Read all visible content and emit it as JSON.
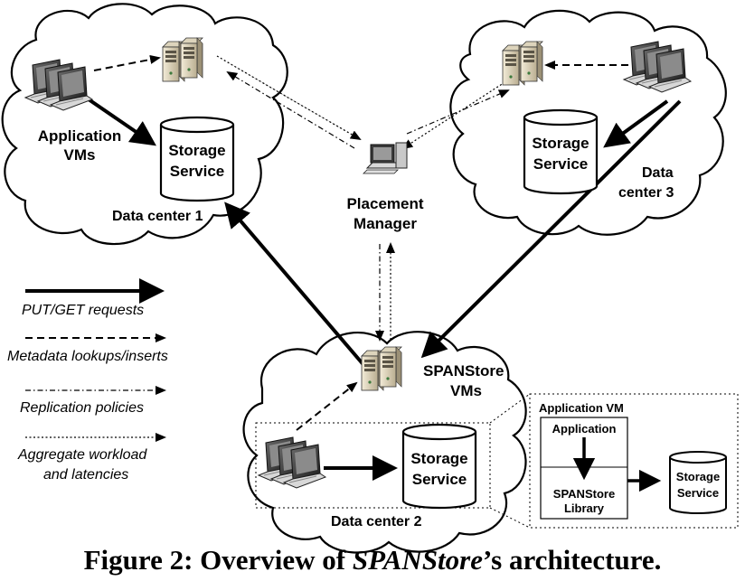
{
  "labels": {
    "application_vms": [
      "Application",
      "VMs"
    ],
    "dc1_storage": [
      "Storage",
      "Service"
    ],
    "dc1_name": "Data center 1",
    "placement_manager": [
      "Placement",
      "Manager"
    ],
    "dc3_storage": [
      "Storage",
      "Service"
    ],
    "dc3_name": [
      "Data",
      "center 3"
    ],
    "spanstore_vms": [
      "SPANStore",
      "VMs"
    ],
    "dc2_storage": [
      "Storage",
      "Service"
    ],
    "dc2_name": "Data center 2"
  },
  "legend": {
    "put_get": "PUT/GET requests",
    "metadata": "Metadata lookups/inserts",
    "replication": "Replication policies",
    "aggregate": [
      "Aggregate workload",
      "and latencies"
    ]
  },
  "inset": {
    "title": "Application VM",
    "application": "Application",
    "library": [
      "SPANStore",
      "Library"
    ],
    "storage": [
      "Storage",
      "Service"
    ]
  },
  "caption": {
    "prefix": "Figure 2: ",
    "text1": "Overview of ",
    "name": "SPANStore",
    "text2": "’s architecture."
  }
}
